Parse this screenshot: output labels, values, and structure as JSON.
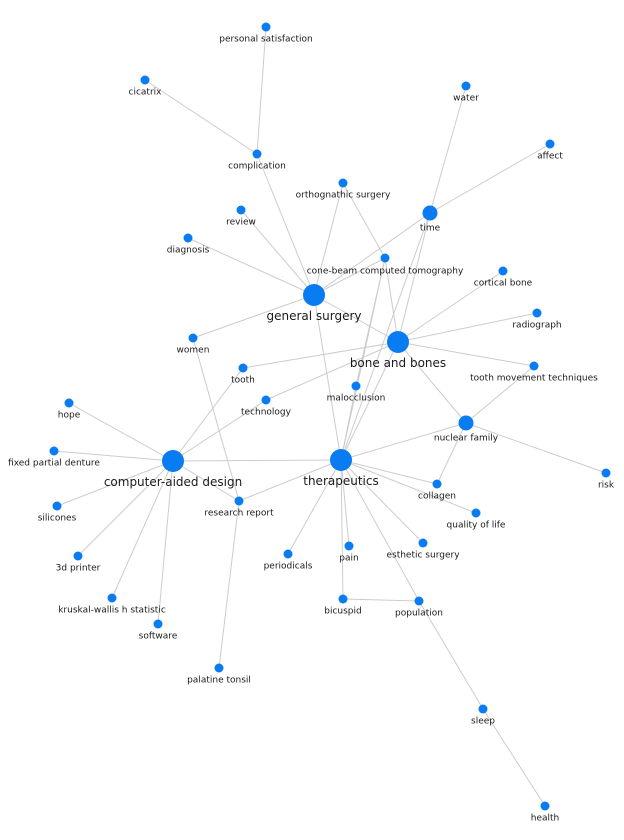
{
  "colors": {
    "node": "#0a7cf2",
    "edge": "#cccccc",
    "text": "#1a1a1a"
  },
  "nodes": [
    {
      "id": "personal_satisfaction",
      "label": "personal satisfaction",
      "size": "s"
    },
    {
      "id": "cicatrix",
      "label": "cicatrix",
      "size": "s"
    },
    {
      "id": "water",
      "label": "water",
      "size": "s"
    },
    {
      "id": "affect",
      "label": "affect",
      "size": "s"
    },
    {
      "id": "complication",
      "label": "complication",
      "size": "s"
    },
    {
      "id": "orthognathic_surgery",
      "label": "orthognathic surgery",
      "size": "s"
    },
    {
      "id": "time",
      "label": "time",
      "size": "m"
    },
    {
      "id": "review",
      "label": "review",
      "size": "s"
    },
    {
      "id": "diagnosis",
      "label": "diagnosis",
      "size": "s"
    },
    {
      "id": "cbct",
      "label": "cone-beam computed tomography",
      "size": "s"
    },
    {
      "id": "cortical_bone",
      "label": "cortical bone",
      "size": "s"
    },
    {
      "id": "general_surgery",
      "label": "general surgery",
      "size": "l"
    },
    {
      "id": "radiograph",
      "label": "radiograph",
      "size": "s"
    },
    {
      "id": "women",
      "label": "women",
      "size": "s"
    },
    {
      "id": "bone_and_bones",
      "label": "bone and bones",
      "size": "l"
    },
    {
      "id": "tooth",
      "label": "tooth",
      "size": "s"
    },
    {
      "id": "tooth_movement",
      "label": "tooth movement techniques",
      "size": "s"
    },
    {
      "id": "malocclusion",
      "label": "malocclusion",
      "size": "s"
    },
    {
      "id": "hope",
      "label": "hope",
      "size": "s"
    },
    {
      "id": "technology",
      "label": "technology",
      "size": "s"
    },
    {
      "id": "nuclear_family",
      "label": "nuclear family",
      "size": "m"
    },
    {
      "id": "fixed_partial_denture",
      "label": "fixed partial denture",
      "size": "s"
    },
    {
      "id": "cad",
      "label": "computer-aided design",
      "size": "l"
    },
    {
      "id": "therapeutics",
      "label": "therapeutics",
      "size": "l"
    },
    {
      "id": "risk",
      "label": "risk",
      "size": "s"
    },
    {
      "id": "collagen",
      "label": "collagen",
      "size": "s"
    },
    {
      "id": "research_report",
      "label": "research report",
      "size": "s"
    },
    {
      "id": "silicones",
      "label": "silicones",
      "size": "s"
    },
    {
      "id": "quality_of_life",
      "label": "quality of life",
      "size": "s"
    },
    {
      "id": "pain",
      "label": "pain",
      "size": "s"
    },
    {
      "id": "esthetic_surgery",
      "label": "esthetic surgery",
      "size": "s"
    },
    {
      "id": "periodicals",
      "label": "periodicals",
      "size": "s"
    },
    {
      "id": "printer_3d",
      "label": "3d printer",
      "size": "s"
    },
    {
      "id": "bicuspid",
      "label": "bicuspid",
      "size": "s"
    },
    {
      "id": "population",
      "label": "population",
      "size": "s"
    },
    {
      "id": "kruskal",
      "label": "kruskal-wallis h statistic",
      "size": "s"
    },
    {
      "id": "software",
      "label": "software",
      "size": "s"
    },
    {
      "id": "palatine_tonsil",
      "label": "palatine tonsil",
      "size": "s"
    },
    {
      "id": "sleep",
      "label": "sleep",
      "size": "s"
    },
    {
      "id": "health",
      "label": "health",
      "size": "s"
    }
  ],
  "edges": [
    [
      "personal_satisfaction",
      "complication"
    ],
    [
      "cicatrix",
      "complication"
    ],
    [
      "complication",
      "general_surgery"
    ],
    [
      "water",
      "time"
    ],
    [
      "affect",
      "time"
    ],
    [
      "time",
      "general_surgery"
    ],
    [
      "time",
      "bone_and_bones"
    ],
    [
      "time",
      "therapeutics"
    ],
    [
      "orthognathic_surgery",
      "general_surgery"
    ],
    [
      "orthognathic_surgery",
      "cbct"
    ],
    [
      "review",
      "general_surgery"
    ],
    [
      "diagnosis",
      "general_surgery"
    ],
    [
      "cbct",
      "general_surgery"
    ],
    [
      "cbct",
      "bone_and_bones"
    ],
    [
      "cbct",
      "therapeutics"
    ],
    [
      "cbct",
      "malocclusion"
    ],
    [
      "cortical_bone",
      "bone_and_bones"
    ],
    [
      "radiograph",
      "bone_and_bones"
    ],
    [
      "general_surgery",
      "bone_and_bones"
    ],
    [
      "general_surgery",
      "therapeutics"
    ],
    [
      "women",
      "general_surgery"
    ],
    [
      "women",
      "research_report"
    ],
    [
      "bone_and_bones",
      "tooth"
    ],
    [
      "bone_and_bones",
      "tooth_movement"
    ],
    [
      "bone_and_bones",
      "nuclear_family"
    ],
    [
      "bone_and_bones",
      "therapeutics"
    ],
    [
      "bone_and_bones",
      "technology"
    ],
    [
      "tooth",
      "cad"
    ],
    [
      "technology",
      "cad"
    ],
    [
      "tooth_movement",
      "nuclear_family"
    ],
    [
      "malocclusion",
      "therapeutics"
    ],
    [
      "hope",
      "cad"
    ],
    [
      "fixed_partial_denture",
      "cad"
    ],
    [
      "silicones",
      "cad"
    ],
    [
      "printer_3d",
      "cad"
    ],
    [
      "kruskal",
      "cad"
    ],
    [
      "software",
      "cad"
    ],
    [
      "cad",
      "therapeutics"
    ],
    [
      "cad",
      "research_report"
    ],
    [
      "nuclear_family",
      "therapeutics"
    ],
    [
      "nuclear_family",
      "risk"
    ],
    [
      "nuclear_family",
      "collagen"
    ],
    [
      "therapeutics",
      "research_report"
    ],
    [
      "therapeutics",
      "collagen"
    ],
    [
      "therapeutics",
      "quality_of_life"
    ],
    [
      "therapeutics",
      "pain"
    ],
    [
      "therapeutics",
      "esthetic_surgery"
    ],
    [
      "therapeutics",
      "periodicals"
    ],
    [
      "therapeutics",
      "bicuspid"
    ],
    [
      "therapeutics",
      "population"
    ],
    [
      "research_report",
      "palatine_tonsil"
    ],
    [
      "bicuspid",
      "population"
    ],
    [
      "population",
      "sleep"
    ],
    [
      "sleep",
      "health"
    ]
  ]
}
